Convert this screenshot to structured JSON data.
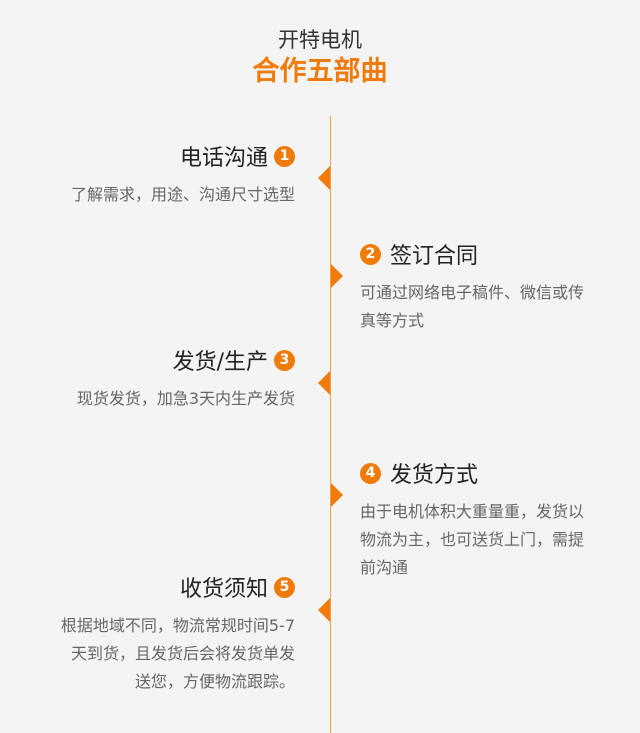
{
  "header": {
    "subtitle": "开特电机",
    "title": "合作五部曲"
  },
  "accent_color": "#f07a0a",
  "steps": [
    {
      "number": "1",
      "title": "电话沟通",
      "desc": [
        "了解需求，用途、沟通尺寸选型"
      ]
    },
    {
      "number": "2",
      "title": "签订合同",
      "desc": [
        "可通过网络电子稿件、微信或传",
        "真等方式"
      ]
    },
    {
      "number": "3",
      "title": "发货/生产",
      "desc": [
        "现货发货，加急3天内生产发货"
      ]
    },
    {
      "number": "4",
      "title": "发货方式",
      "desc": [
        "由于电机体积大重量重，发货以",
        "物流为主，也可送货上门，需提",
        "前沟通"
      ]
    },
    {
      "number": "5",
      "title": "收货须知",
      "desc": [
        "根据地域不同，物流常规时间5-7",
        "天到货，且发货后会将发货单发",
        "送您，方便物流跟踪。"
      ]
    }
  ]
}
